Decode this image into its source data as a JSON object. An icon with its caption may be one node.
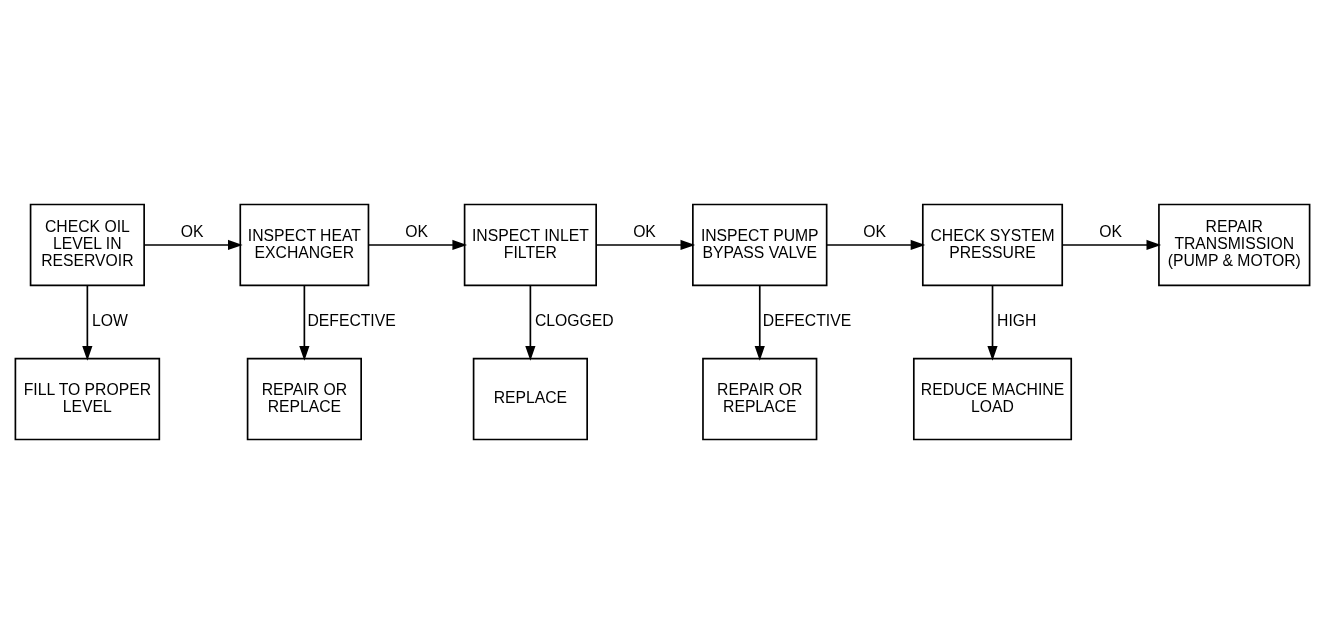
{
  "diagram": {
    "nodes": [
      {
        "text": [
          "CHECK OIL LEVEL IN RESERVOIR"
        ]
      },
      {
        "text": [
          "INSPECT HEAT EXCHANGER"
        ]
      },
      {
        "text": [
          "INSPECT INLET FILTER"
        ]
      },
      {
        "text": [
          "INSPECT PUMP BYPASS VALVE"
        ]
      },
      {
        "text": [
          "CHECK SYSTEM PRESSURE"
        ]
      },
      {
        "text": [
          "FILL TO PROPER LEVEL"
        ]
      },
      {
        "text": [
          "REPAIR OR REPLACE"
        ]
      },
      {
        "text": [
          "REPLACE"
        ]
      },
      {
        "text": [
          "REPAIR OR REPLACE"
        ]
      },
      {
        "text": [
          "REDUCE MACHINE LOAD"
        ]
      },
      {
        "text": [
          "REPAIR TRANSMISSION (PUMP & MOTOR)"
        ]
      }
    ],
    "edges": [
      {
        "from": 0,
        "to": 1,
        "arrow": "to",
        "label": "OK"
      },
      {
        "from": 1,
        "to": 2,
        "arrow": "to",
        "label": "OK"
      },
      {
        "from": 2,
        "to": 3,
        "arrow": "to",
        "label": "OK"
      },
      {
        "from": 3,
        "to": 4,
        "arrow": "to",
        "label": "OK"
      },
      {
        "from": 4,
        "to": 10,
        "arrow": "to",
        "label": "OK"
      },
      {
        "from": 0,
        "to": 5,
        "arrow": "to",
        "label": "LOW"
      },
      {
        "from": 1,
        "to": 6,
        "arrow": "to",
        "label": "DEFECTIVE"
      },
      {
        "from": 2,
        "to": 7,
        "arrow": "to",
        "label": "CLOGGED"
      },
      {
        "from": 3,
        "to": 8,
        "arrow": "to",
        "label": "DEFECTIVE"
      },
      {
        "from": 4,
        "to": 9,
        "arrow": "to",
        "label": "HIGH"
      }
    ]
  }
}
